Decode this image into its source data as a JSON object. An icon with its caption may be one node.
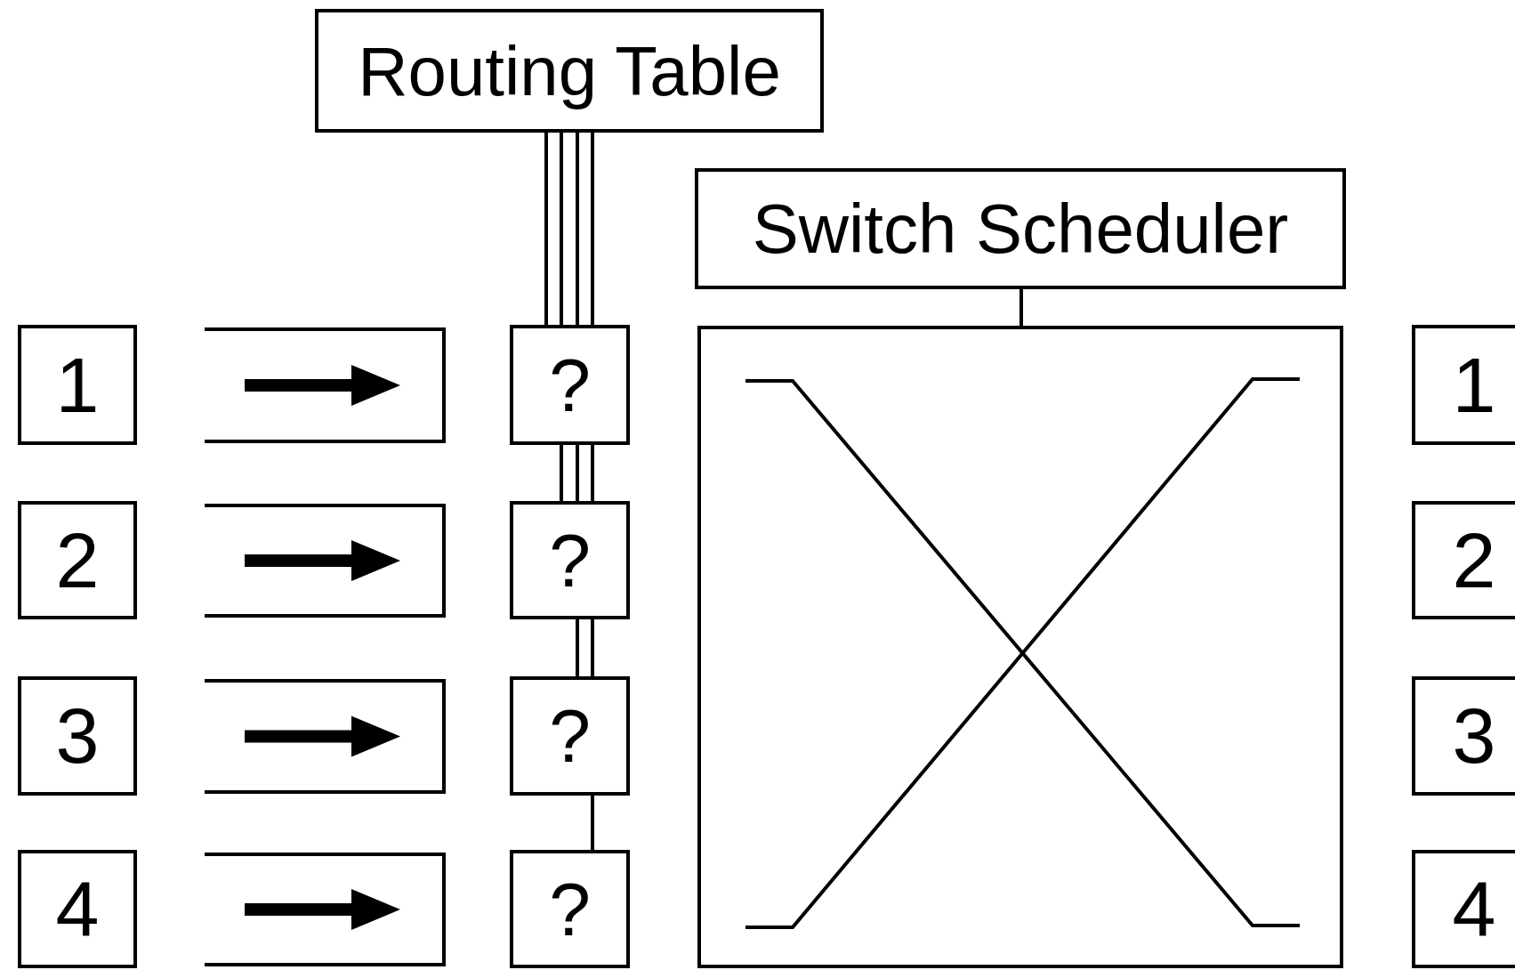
{
  "diagram": {
    "nodes": [
      {
        "text": [
          "Routing Table"
        ]
      },
      {
        "text": [
          "Switch Scheduler"
        ]
      },
      {
        "text": [
          "1"
        ]
      },
      {
        "text": [],
        "shape": "box"
      },
      {
        "text": [
          "?"
        ]
      },
      {
        "text": [],
        "shape": "box"
      },
      {
        "text": [
          "1"
        ]
      },
      {
        "text": [
          "2"
        ]
      },
      {
        "text": [],
        "shape": "box"
      },
      {
        "text": [
          "?"
        ]
      },
      {
        "text": [
          "2"
        ]
      },
      {
        "text": [
          "3"
        ]
      },
      {
        "text": [],
        "shape": "box"
      },
      {
        "text": [
          "?"
        ]
      },
      {
        "text": [
          "3"
        ]
      },
      {
        "text": [
          "4"
        ]
      },
      {
        "text": [],
        "shape": "box"
      },
      {
        "text": [
          "?"
        ]
      },
      {
        "text": [
          "4"
        ]
      }
    ],
    "edges": [
      {
        "from": 0,
        "to": 4,
        "arrow": "none"
      },
      {
        "from": 0,
        "to": 4,
        "arrow": "none"
      },
      {
        "from": 0,
        "to": 4,
        "arrow": "none"
      },
      {
        "from": 0,
        "to": 4,
        "arrow": "none"
      },
      {
        "from": 4,
        "to": 9,
        "arrow": "none"
      },
      {
        "from": 4,
        "to": 9,
        "arrow": "none"
      },
      {
        "from": 4,
        "to": 9,
        "arrow": "none"
      },
      {
        "from": 9,
        "to": 13,
        "arrow": "none"
      },
      {
        "from": 9,
        "to": 13,
        "arrow": "none"
      },
      {
        "from": 13,
        "to": 17,
        "arrow": "none"
      },
      {
        "from": 1,
        "to": 5,
        "arrow": "none"
      }
    ]
  }
}
